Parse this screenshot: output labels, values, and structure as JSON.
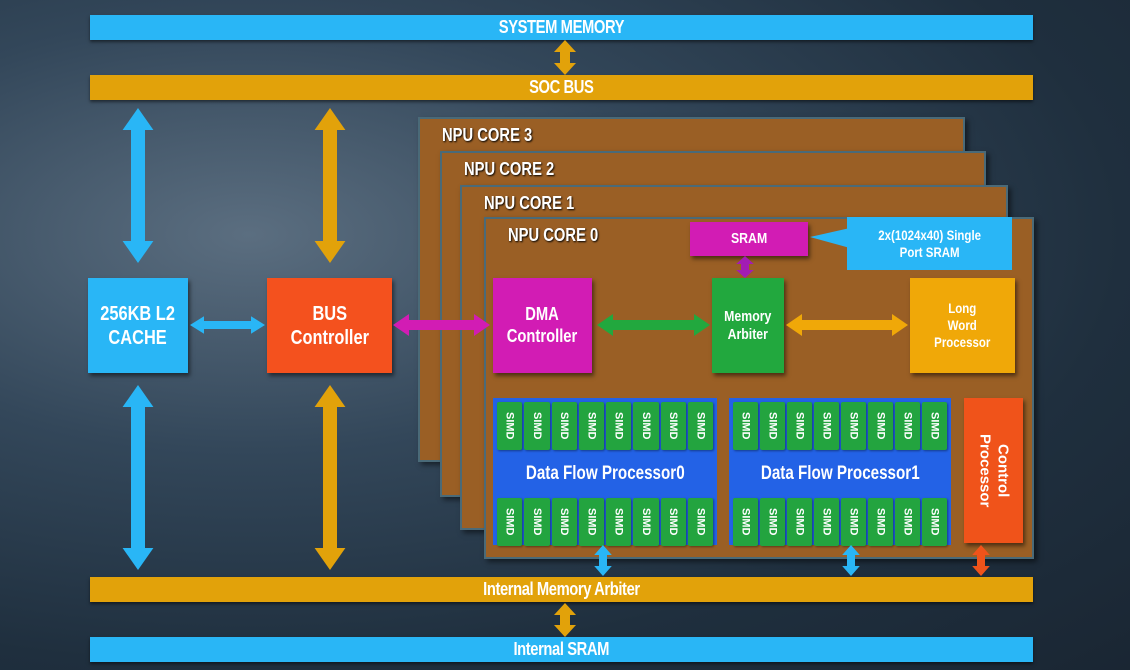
{
  "colors": {
    "light_blue": "#29b6f6",
    "bus_orange": "#e2a20a",
    "bus_controller": "#f4511e",
    "magenta": "#d21cb4",
    "green": "#22a83e",
    "long_word": "#f0a808",
    "core_brown": "#9a5f25",
    "dfp_blue": "#2362e6",
    "control": "#f0531a"
  },
  "buses": {
    "system_memory": "SYSTEM MEMORY",
    "soc_bus": "SOC BUS",
    "internal_memory_arbiter": "Internal Memory Arbiter",
    "internal_sram": "Internal SRAM"
  },
  "blocks": {
    "l2_cache": "256KB L2\nCACHE",
    "bus_controller": "BUS\nController",
    "dma_controller": "DMA\nController",
    "memory_arbiter": "Memory\nArbiter",
    "long_word_processor": "Long\nWord\nProcessor",
    "sram": "SRAM",
    "sram_callout": "2x(1024x40) Single\nPort SRAM",
    "control_processor": "Control\nProcessor"
  },
  "cores": [
    "NPU CORE 3",
    "NPU CORE 2",
    "NPU CORE 1",
    "NPU CORE 0"
  ],
  "data_flow_processors": [
    {
      "label": "Data Flow Processor0",
      "simd_label": "SIMD",
      "simd_per_row": 8,
      "rows": 2
    },
    {
      "label": "Data Flow Processor1",
      "simd_label": "SIMD",
      "simd_per_row": 8,
      "rows": 2
    }
  ]
}
